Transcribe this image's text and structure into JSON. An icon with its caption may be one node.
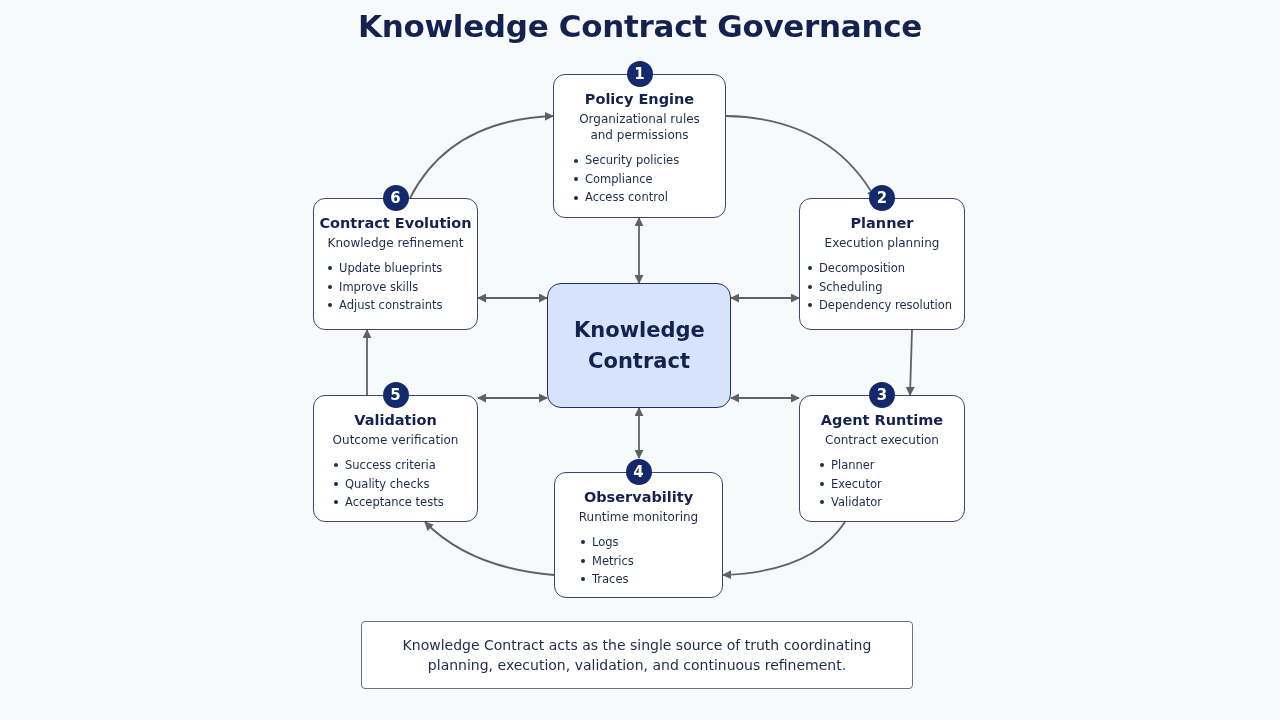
{
  "diagram": {
    "title": "Knowledge Contract Governance",
    "nodes": [
      {
        "text": [
          "1",
          "Policy Engine",
          "Organizational rules and permissions",
          "Security policies",
          "Compliance",
          "Access control"
        ]
      },
      {
        "text": [
          "6",
          "Contract Evolution",
          "Knowledge refinement",
          "Update blueprints",
          "Improve skills",
          "Adjust constraints"
        ]
      },
      {
        "text": [
          "2",
          "Planner",
          "Execution planning",
          "Decomposition",
          "Scheduling",
          "Dependency resolution"
        ]
      },
      {
        "text": [
          "Knowledge Contract"
        ]
      },
      {
        "text": [
          "5",
          "Validation",
          "Outcome verification",
          "Success criteria",
          "Quality checks",
          "Acceptance tests"
        ]
      },
      {
        "text": [
          "3",
          "Agent Runtime",
          "Contract execution",
          "Planner",
          "Executor",
          "Validator"
        ]
      },
      {
        "text": [
          "4",
          "Observability",
          "Runtime monitoring",
          "Logs",
          "Metrics",
          "Traces"
        ]
      }
    ],
    "edges": [
      {
        "from": 0,
        "to": 2,
        "arrow": "to"
      },
      {
        "from": 2,
        "to": 5,
        "arrow": "to"
      },
      {
        "from": 5,
        "to": 6,
        "arrow": "to"
      },
      {
        "from": 6,
        "to": 4,
        "arrow": "to"
      },
      {
        "from": 4,
        "to": 1,
        "arrow": "to"
      },
      {
        "from": 1,
        "to": 0,
        "arrow": "to"
      },
      {
        "from": 3,
        "to": 0,
        "arrow": "both"
      },
      {
        "from": 3,
        "to": 1,
        "arrow": "both"
      },
      {
        "from": 3,
        "to": 2,
        "arrow": "both"
      },
      {
        "from": 3,
        "to": 4,
        "arrow": "both"
      },
      {
        "from": 3,
        "to": 5,
        "arrow": "both"
      },
      {
        "from": 3,
        "to": 6,
        "arrow": "both"
      }
    ],
    "caption": "Knowledge Contract acts as the single source of truth coordinating planning, execution, validation, and continuous refinement."
  }
}
